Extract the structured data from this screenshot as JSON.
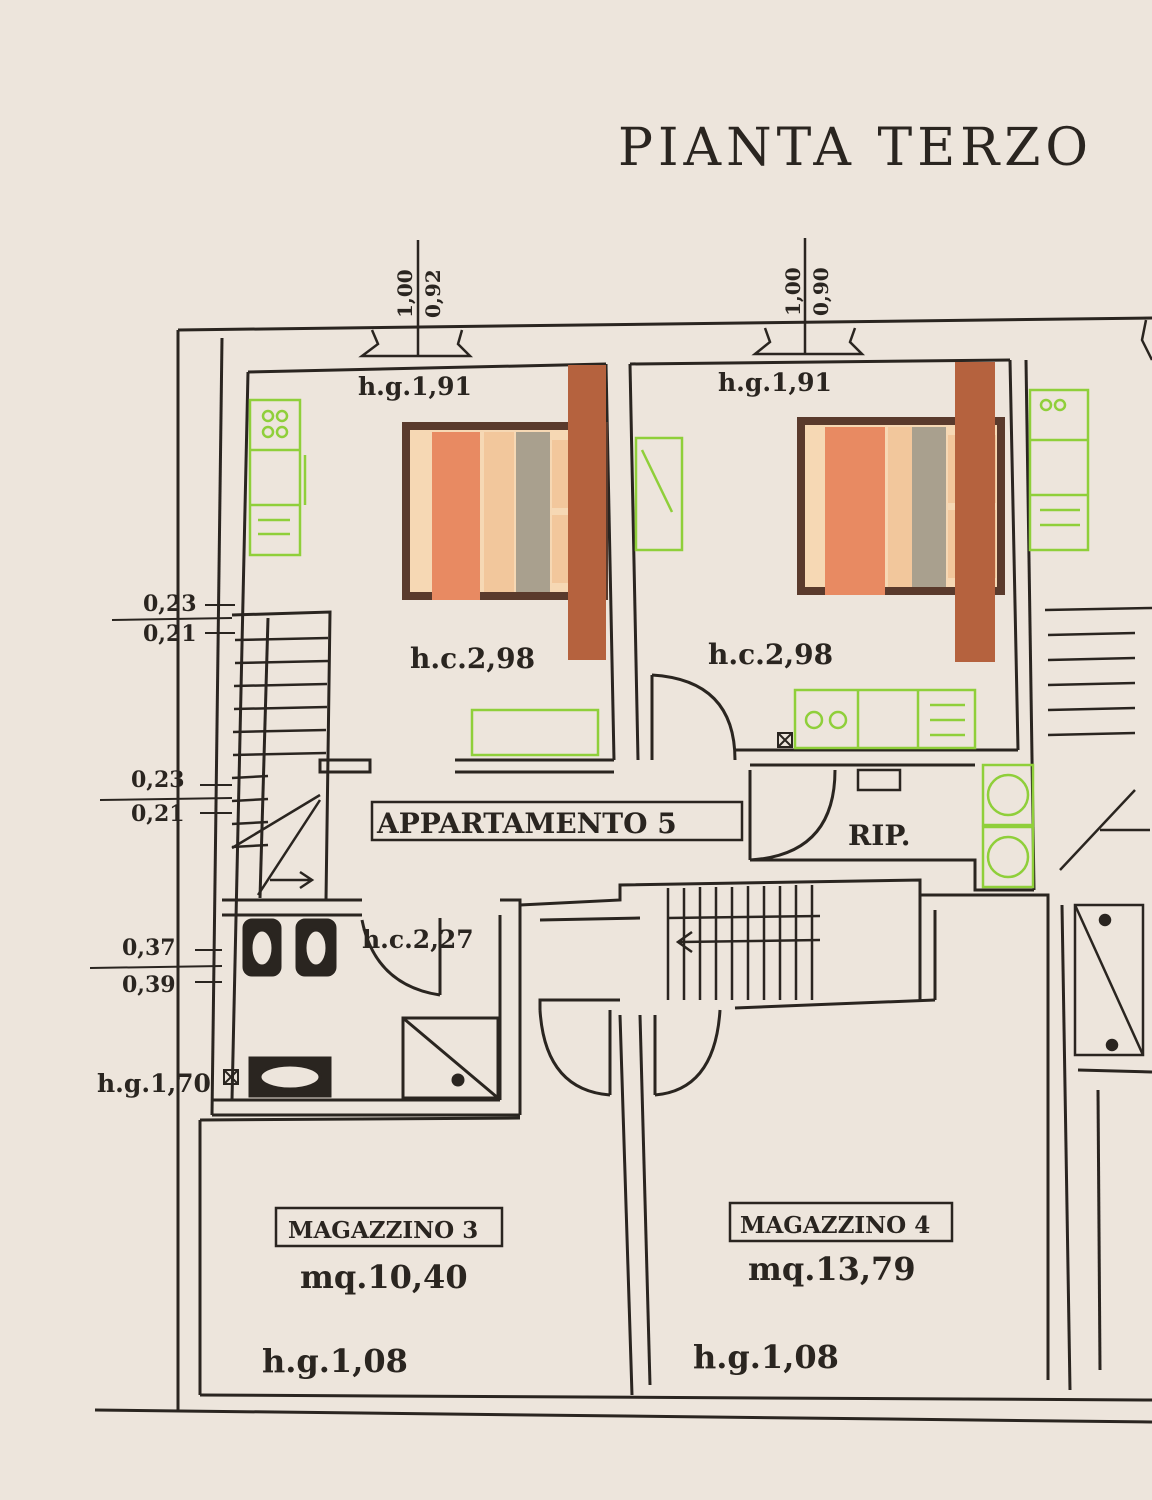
{
  "title": "PIANTA TERZO",
  "windows": {
    "w1_a": "1,00",
    "w1_b": "0,92",
    "w2_a": "1,00",
    "w2_b": "0,90"
  },
  "left_dims": {
    "d1_a": "0,23",
    "d1_b": "0,21",
    "d2_a": "0,23",
    "d2_b": "0,21",
    "d3_a": "0,37",
    "d3_b": "0,39"
  },
  "labels": {
    "hg_bed1": "h.g.1,91",
    "hg_bed2": "h.g.1,91",
    "hc_bed1": "h.c.2,98",
    "hc_bed2": "h.c.2,98",
    "apartment": "APPARTAMENTO 5",
    "rip": "RIP.",
    "hc_bath": "h.c.2,27",
    "hg_bath": "h.g.1,70",
    "mag3": "MAGAZZINO 3",
    "mag3_area": "mq.10,40",
    "mag3_hg": "h.g.1,08",
    "mag4": "MAGAZZINO 4",
    "mag4_area": "mq.13,79",
    "mag4_hg": "h.g.1,08"
  },
  "colors": {
    "paper": "#ede5dc",
    "wall": "#2a2520",
    "furniture_green": "#8fcf3a",
    "bed_cover": "#e88a62",
    "bed_pillow": "#f2c79c",
    "headboard": "#b5623e",
    "bed_frame": "#5a3a2c"
  }
}
